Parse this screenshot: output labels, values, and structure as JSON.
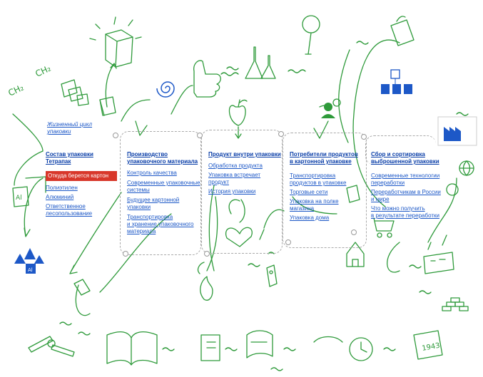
{
  "lifecycle": {
    "label_line1": "Жизненный цикл",
    "label_line2": "упаковки"
  },
  "col1": {
    "title_line1": "Состав упаковки",
    "title_line2": "Тетрапак",
    "active": "Откуда берется картон",
    "links": [
      "Полиэтилен",
      "Алюминий"
    ],
    "resp_line1": "Ответственное",
    "resp_line2": "лесопользование"
  },
  "col2": {
    "title_line1": "Производство",
    "title_line2": "упаковочного материала",
    "l1": "Контроль качества",
    "l2a": "Современные упаковочные",
    "l2b": "системы",
    "l3a": "Будущее картонной",
    "l3b": "упаковки",
    "l4a": "Транспортировка",
    "l4b": "и хранение упаковочного",
    "l4c": "материала"
  },
  "col3": {
    "title": "Продукт внутри упаковки",
    "l1": "Обработка продукта",
    "l2a": "Упаковка встречает",
    "l2b": "продукт",
    "l3": "История упаковки"
  },
  "col4": {
    "title_line1": "Потребители продуктов",
    "title_line2": "в картонной упаковке",
    "l1a": "Транспортировка",
    "l1b": "продуктов в упаковке",
    "l2": "Торговые сети",
    "l3a": "Упаковка на полке",
    "l3b": "магазина",
    "l4": "Упаковка дома"
  },
  "col5": {
    "title_line1": "Сбор и сортировка",
    "title_line2": "выброшенной упаковки",
    "l1a": "Современные технологии",
    "l1b": "переработки",
    "l2a": "Переработчикам в России",
    "l2b": "и мире",
    "l3a": "Что можно получить",
    "l3b": "в результате переработки"
  },
  "sketch": {
    "ch2_a": "CH₂",
    "ch2_b": "CH₂",
    "al": "Al",
    "al2": "Al",
    "year": "1943"
  },
  "colors": {
    "green": "#2e9a3a",
    "blue": "#1d58c7",
    "red": "#d8372a"
  }
}
